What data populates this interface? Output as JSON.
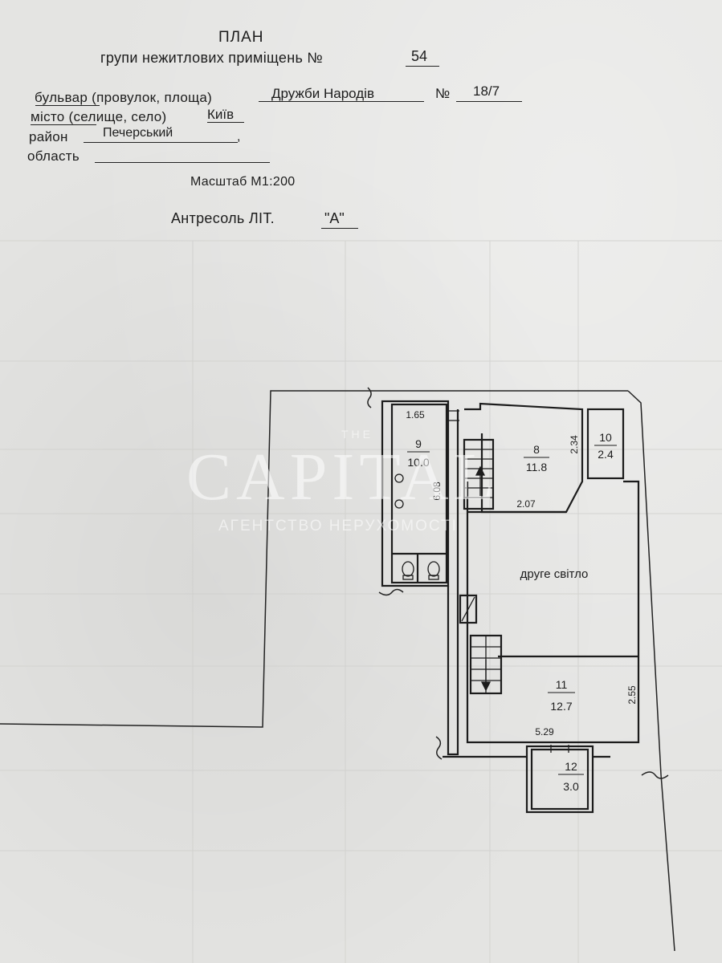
{
  "header": {
    "title": "ПЛАН",
    "subtitle_prefix": "групи нежитлових приміщень №",
    "group_no": "54",
    "street_label": "бульвар (провулок, площа)",
    "street_value": "Дружби Народів",
    "house_label": "№",
    "house_no": "18/7",
    "city_label": "місто (селище, село)",
    "city_value": "Київ",
    "district_label": "район",
    "district_value": "Печерський",
    "district_suffix": ",",
    "region_label": "область",
    "region_value": "",
    "scale": "Масштаб М1:200",
    "floor_prefix": "Антресоль  ЛІТ.",
    "floor_lit": "\"А\""
  },
  "watermark": {
    "small": "THE",
    "brand": "CAPITAL",
    "tagline": "АГЕНТСТВО НЕРУХОМОСТІ"
  },
  "rooms": [
    {
      "id": "8",
      "area": "11.8"
    },
    {
      "id": "9",
      "area": "10.0"
    },
    {
      "id": "10",
      "area": "2.4"
    },
    {
      "id": "11",
      "area": "12.7"
    },
    {
      "id": "12",
      "area": "3.0"
    }
  ],
  "dimensions": {
    "d165": "1.65",
    "d608": "6.08",
    "d234": "2.34",
    "d207": "2.07",
    "d255": "2.55",
    "d529": "5.29"
  },
  "second_light": "друге світло"
}
